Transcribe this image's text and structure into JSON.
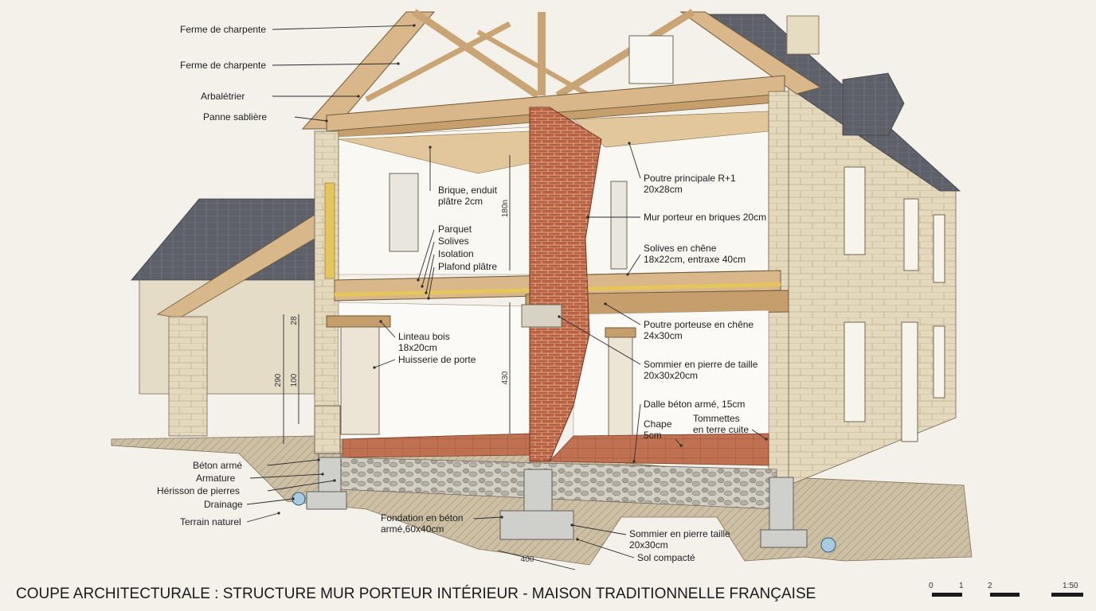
{
  "title": "COUPE ARCHITECTURALE : STRUCTURE MUR PORTEUR INTÉRIEUR - MAISON TRADITIONNELLE FRANÇAISE",
  "labels_left": [
    {
      "id": "ferme1",
      "lines": [
        "Ferme de charpente"
      ]
    },
    {
      "id": "ferme2",
      "lines": [
        "Ferme de charpente"
      ]
    },
    {
      "id": "arbaletrier",
      "lines": [
        "Arbalétrier"
      ]
    },
    {
      "id": "panne",
      "lines": [
        "Panne sablière"
      ]
    },
    {
      "id": "beton",
      "lines": [
        "Béton armé"
      ]
    },
    {
      "id": "armature",
      "lines": [
        "Armature"
      ]
    },
    {
      "id": "herisson",
      "lines": [
        "Hérisson de pierres"
      ]
    },
    {
      "id": "drainage",
      "lines": [
        "Drainage"
      ]
    },
    {
      "id": "terrain",
      "lines": [
        "Terrain naturel"
      ]
    }
  ],
  "labels_mid": [
    {
      "id": "brique",
      "lines": [
        "Brique, enduit",
        "plâtre 2cm"
      ]
    },
    {
      "id": "parquet",
      "lines": [
        "Parquet"
      ]
    },
    {
      "id": "solives",
      "lines": [
        "Solives"
      ]
    },
    {
      "id": "isolation",
      "lines": [
        "Isolation"
      ]
    },
    {
      "id": "plafond",
      "lines": [
        "Plafond plâtre"
      ]
    },
    {
      "id": "linteau",
      "lines": [
        "Linteau bois",
        "18x20cm"
      ]
    },
    {
      "id": "huisserie",
      "lines": [
        "Huisserie de porte"
      ]
    },
    {
      "id": "fondation",
      "lines": [
        "Fondation en béton",
        "armé,60x40cm"
      ]
    }
  ],
  "labels_right": [
    {
      "id": "poutre_r1",
      "lines": [
        "Poutre principale R+1",
        "20x28cm"
      ]
    },
    {
      "id": "mur_porteur",
      "lines": [
        "Mur porteur en briques 20cm"
      ]
    },
    {
      "id": "solives_chene",
      "lines": [
        "Solives en chêne",
        "18x22cm, entraxe 40cm"
      ]
    },
    {
      "id": "poutre_porteuse",
      "lines": [
        "Poutre porteuse en chêne",
        "24x30cm"
      ]
    },
    {
      "id": "sommier_taille",
      "lines": [
        "Sommier en pierre de taille",
        "20x30x20cm"
      ]
    },
    {
      "id": "dalle",
      "lines": [
        "Dalle béton armé, 15cm"
      ]
    },
    {
      "id": "chape",
      "lines": [
        "Chape",
        "5cm"
      ]
    },
    {
      "id": "tommettes",
      "lines": [
        "Tommettes",
        "en terre cuite"
      ]
    },
    {
      "id": "sommier_pierre",
      "lines": [
        "Sommier en pierre taille",
        "20x30cm"
      ]
    },
    {
      "id": "sol",
      "lines": [
        "Sol compacté"
      ]
    }
  ],
  "dimensions": {
    "d180": "180n",
    "d430": "430",
    "d290": "290",
    "d100": "100",
    "d28": "28",
    "d400": "400"
  },
  "scale_bar": {
    "ticks": [
      "0",
      "1",
      "2"
    ],
    "ratio": "1:50"
  },
  "colors": {
    "paper": "#f4f1ea",
    "timber": "#d9b78a",
    "stone": "#e7dcc0",
    "brick": "#b8603f",
    "tile": "#b86b4c",
    "roof": "#5d6068",
    "soil": "#c9bba1",
    "concrete": "#cfcfcb"
  }
}
